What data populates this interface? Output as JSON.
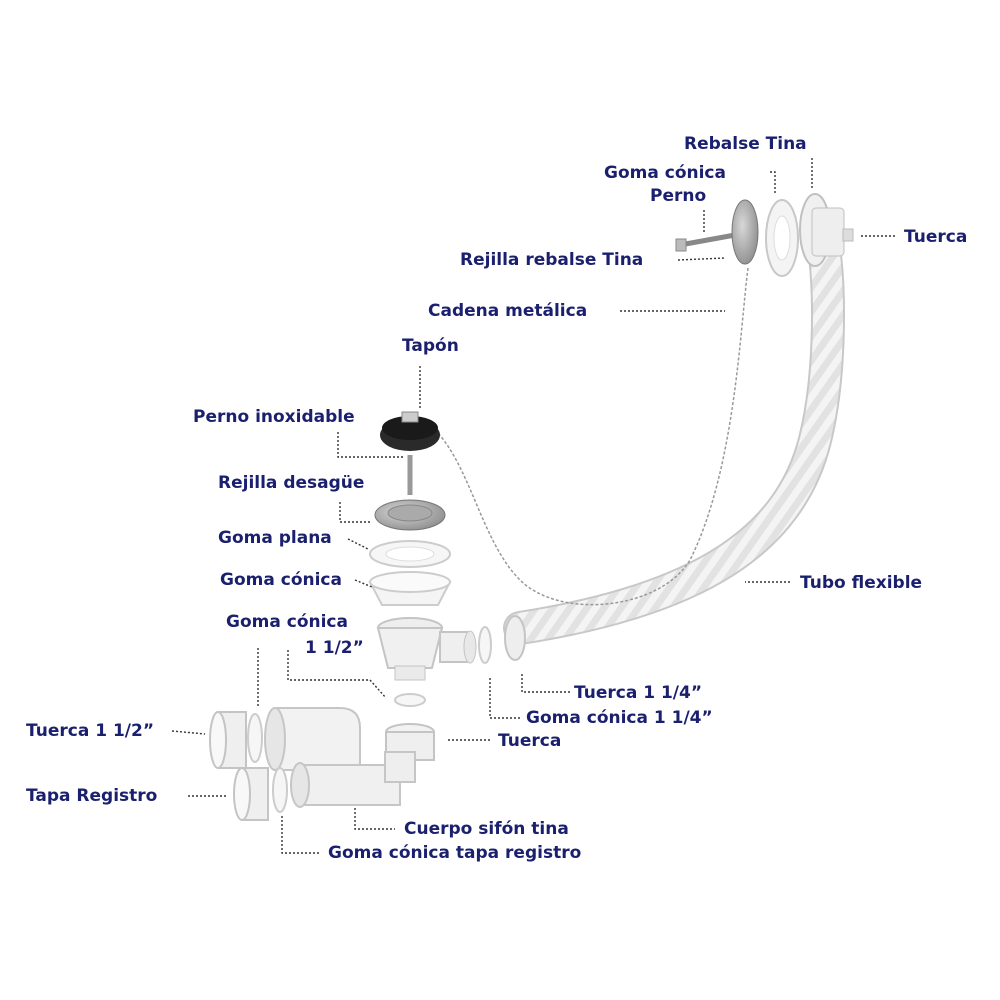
{
  "labels": {
    "rebalse_tina": "Rebalse Tina",
    "goma_conica_top": "Goma cónica",
    "perno": "Perno",
    "tuerca_top": "Tuerca",
    "rejilla_rebalse_tina": "Rejilla rebalse Tina",
    "cadena_metalica": "Cadena metálica",
    "tapon": "Tapón",
    "perno_inoxidable": "Perno inoxidable",
    "rejilla_desague": "Rejilla desagüe",
    "goma_plana": "Goma plana",
    "goma_conica_mid": "Goma cónica",
    "tubo_flexible": "Tubo flexible",
    "goma_conica_1_12_line1": "Goma cónica",
    "goma_conica_1_12_line2": "1 1/2”",
    "tuerca_1_14": "Tuerca 1 1/4”",
    "goma_conica_1_14": "Goma cónica 1 1/4”",
    "tuerca_1_12": "Tuerca 1 1/2”",
    "tuerca_bottom": "Tuerca",
    "tapa_registro": "Tapa Registro",
    "cuerpo_sifon_tina": "Cuerpo sifón tina",
    "goma_conica_tapa_registro": "Goma cónica tapa registro"
  },
  "colors": {
    "label": "#1a1f6e",
    "leader": "#333333",
    "part_fill": "#f2f2f2",
    "part_stroke": "#c8c8c8",
    "metal": "#9a9a9a",
    "stopper": "#1e1e1e"
  }
}
